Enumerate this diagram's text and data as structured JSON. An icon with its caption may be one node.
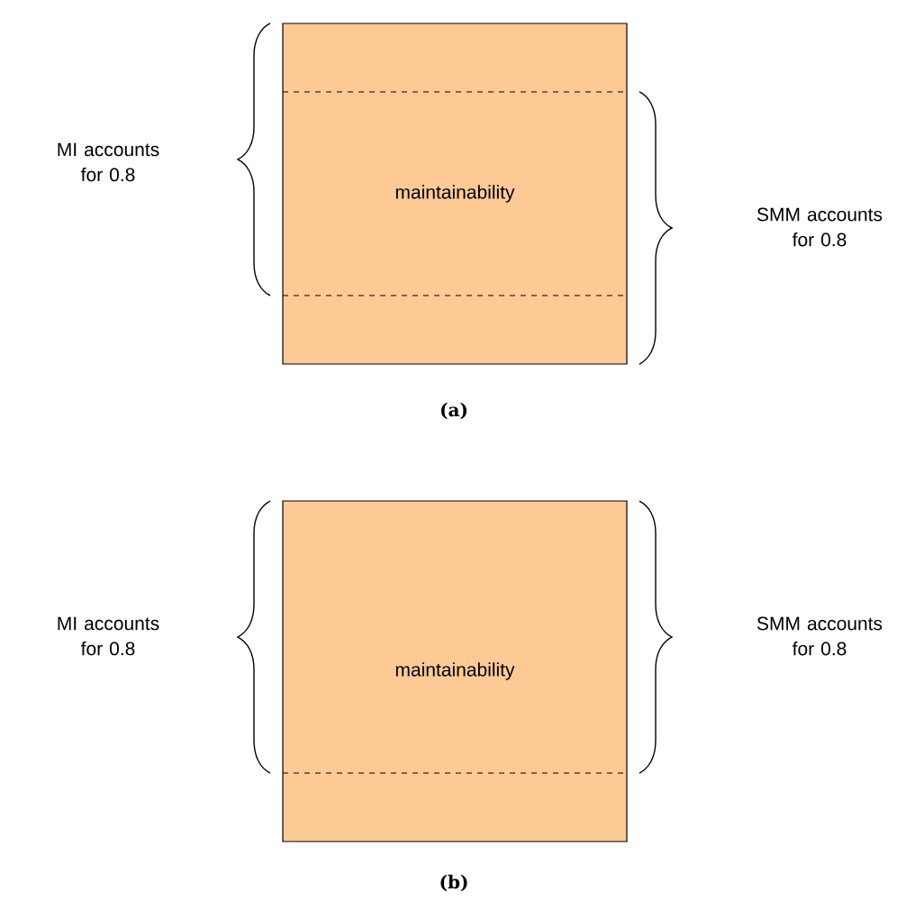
{
  "diagram": {
    "nodes": [
      {
        "text": [
          "maintainability"
        ]
      },
      {
        "text": [
          "maintainability"
        ]
      }
    ],
    "labels": [
      "MI accounts for 0.8",
      "SMM accounts for 0.8",
      "(a)",
      "MI accounts for 0.8",
      "SMM accounts for 0.8",
      "(b)"
    ]
  }
}
